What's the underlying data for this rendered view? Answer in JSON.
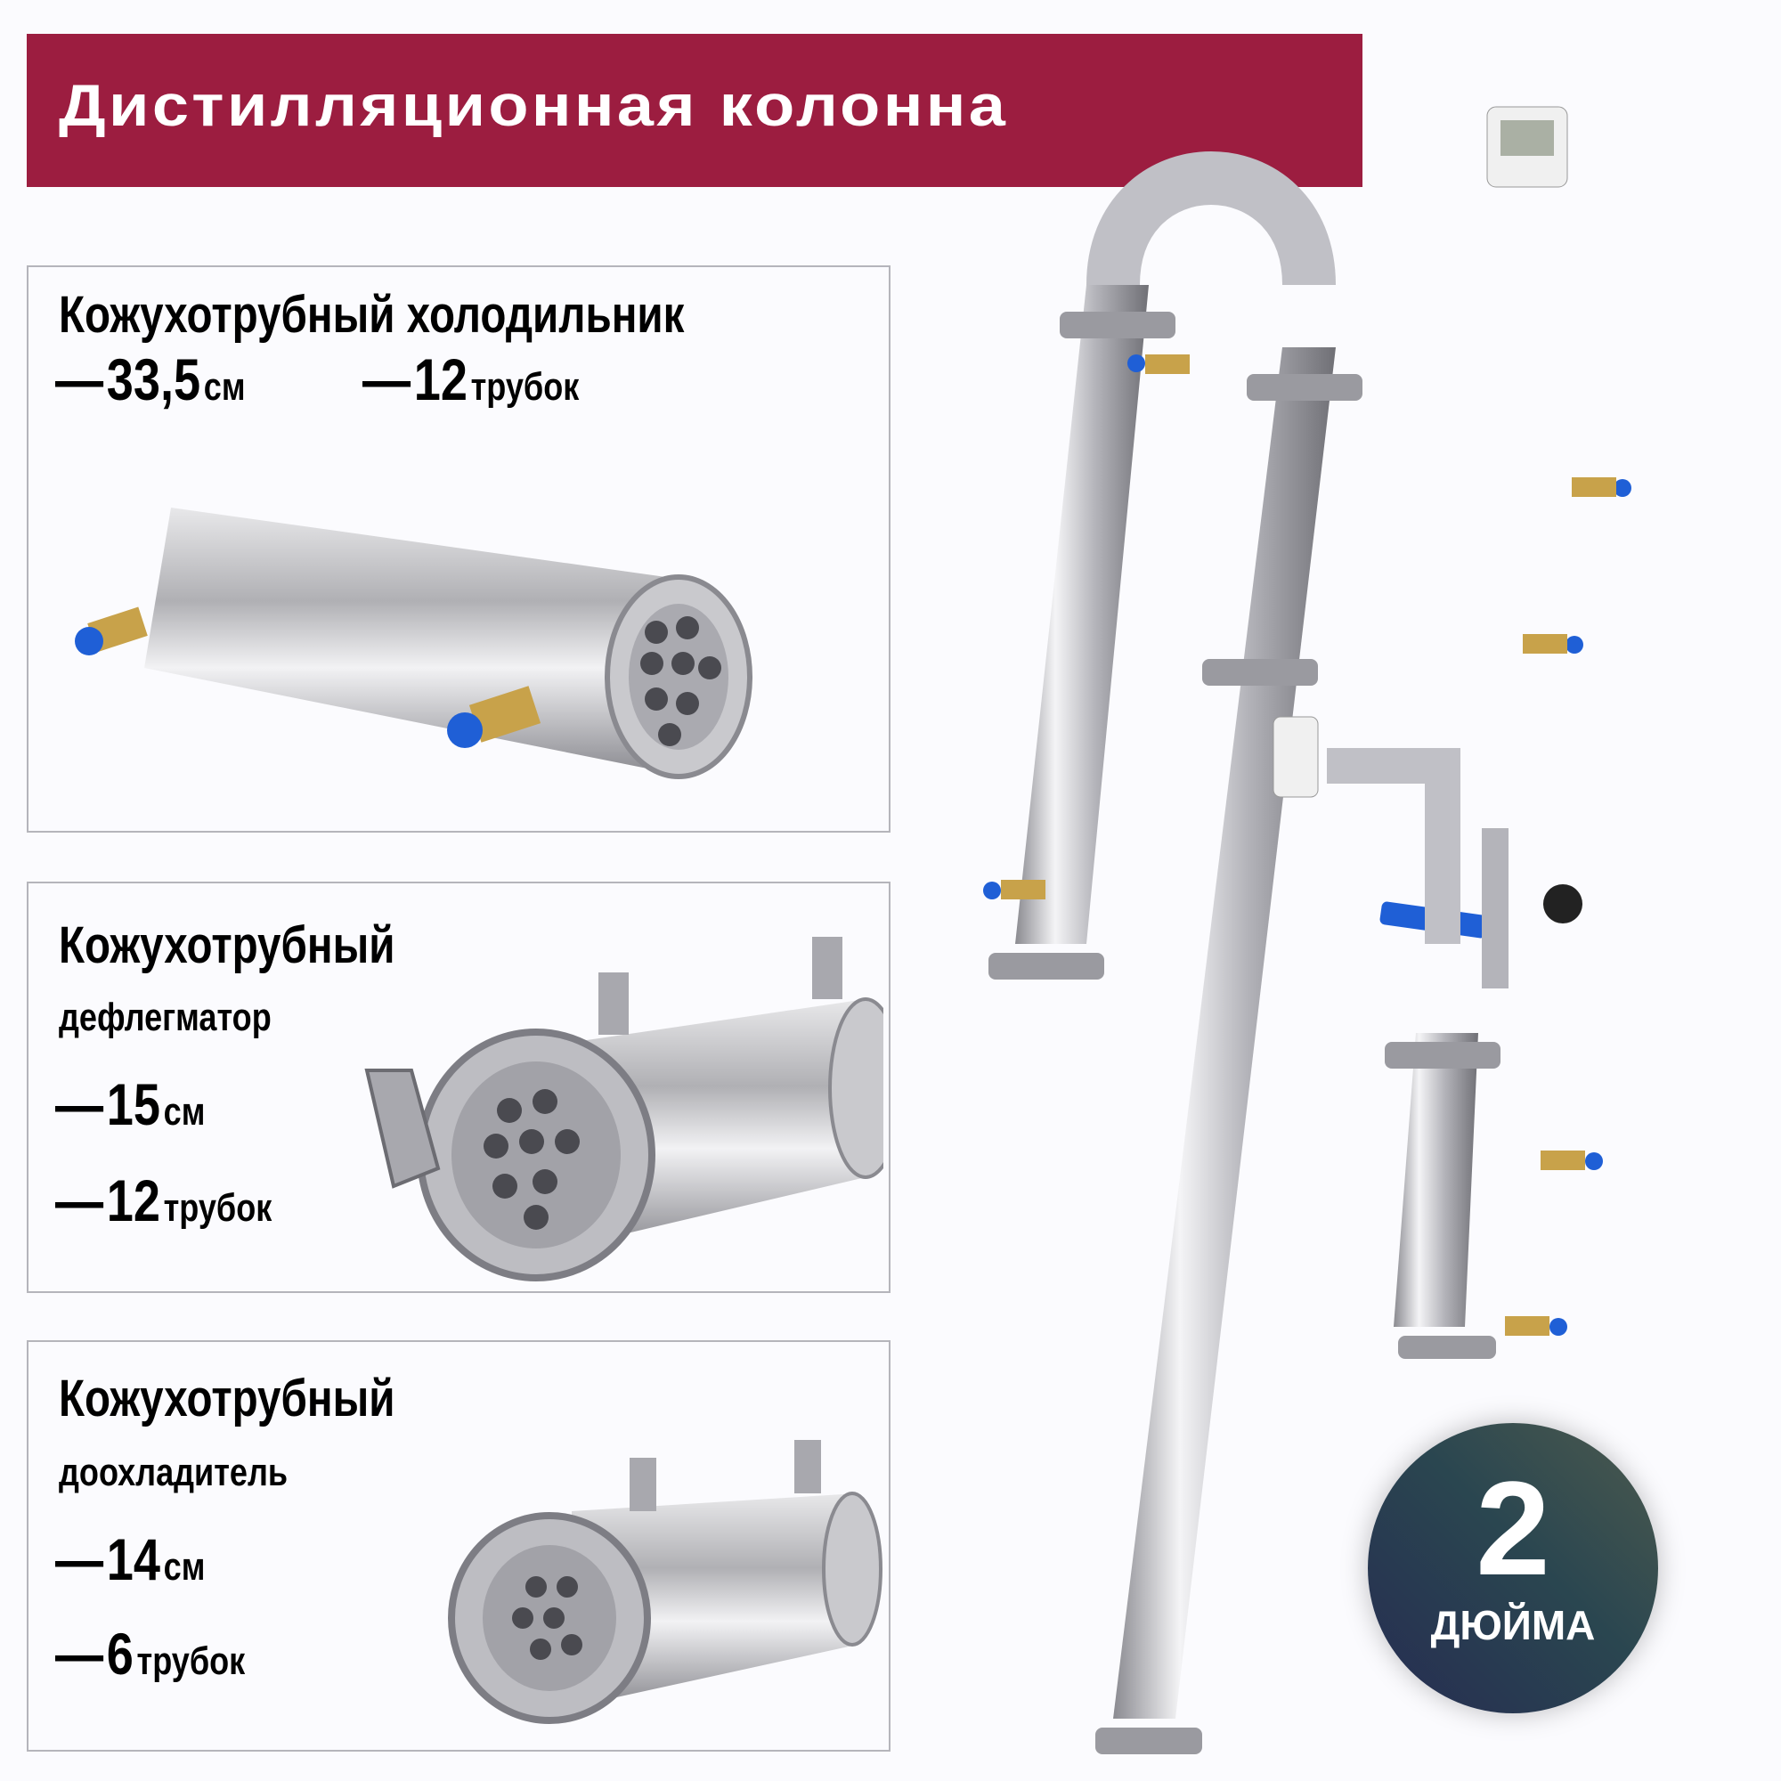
{
  "header": {
    "title": "Дистилляционная колонна"
  },
  "cards": [
    {
      "title": "Кожухотрубный холодильник",
      "specs": [
        {
          "dash": "—",
          "value": "33,5",
          "unit": "см"
        },
        {
          "dash": "—",
          "value": "12",
          "unit": "трубок"
        }
      ]
    },
    {
      "title": "Кожухотрубный",
      "subtitle": "дефлегматор",
      "specs": [
        {
          "dash": "—",
          "value": "15",
          "unit": "см"
        },
        {
          "dash": "—",
          "value": "12",
          "unit": "трубок"
        }
      ]
    },
    {
      "title": "Кожухотрубный",
      "subtitle": "доохладитель",
      "specs": [
        {
          "dash": "—",
          "value": "14",
          "unit": "см"
        },
        {
          "dash": "—",
          "value": "6",
          "unit": "трубок"
        }
      ]
    }
  ],
  "badge": {
    "value": "2",
    "unit": "ДЮЙМА"
  },
  "colors": {
    "banner": "#9c1d40",
    "badge": "#2a4650",
    "fitting": "#1f5fd6"
  }
}
